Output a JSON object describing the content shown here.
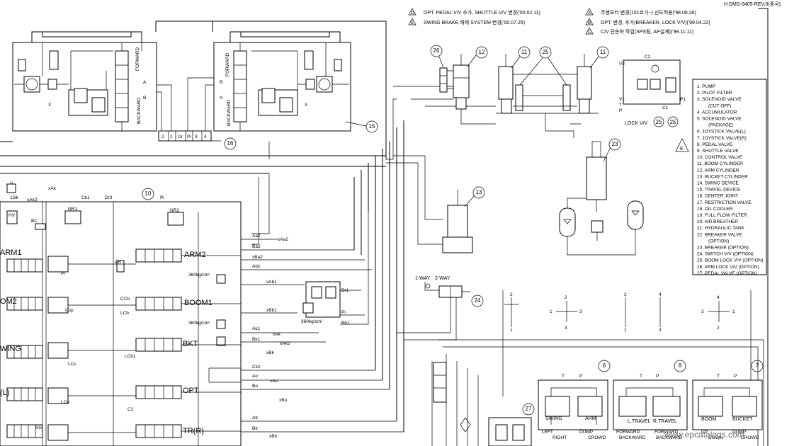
{
  "header": {
    "doc_id": "H.DMS-0405-REV.0(중국)",
    "revisions": [
      {
        "mark": "D",
        "text": "OPT. PEDAL V/V 추가, SHUTTLE V/V 변경('00.02.11)"
      },
      {
        "mark": "E",
        "text": "SWING BRAKE 해제 SYSTEM 변경('00.07.25)"
      },
      {
        "mark": "A",
        "text": "주행모터 변경(101호기~) 신도적용('98.06.26)"
      },
      {
        "mark": "B",
        "text": "OPT. 변경, 추가(BREAKER, LOCK V/V)('99.04.22)"
      },
      {
        "mark": "C",
        "text": "C/V 단순화 작업(SPS팀, AP설계)('99.11.11)"
      }
    ],
    "rev_mark": "E"
  },
  "legend": [
    "1. PUMP",
    "2. PILOT FILTER",
    "3. SOLENOID VALVE",
    "(CUT OFF)",
    "4. ACCUMULATOR",
    "5. SOLENOID VALVE",
    "(PACKAGE)",
    "6. JOYSTICK VALVE(L)",
    "7. JOYSTICK VALVE(R)",
    "8. PEDAL VALVE",
    "9. SHUTTLE VALVE",
    "10. CONTROL VALVE",
    "11. BOOM CYLINDER",
    "12. ARM CYLINDER",
    "13. BUCKET CYLINDER",
    "14. SWING DEVICE",
    "15. TRAVEL DEVICE",
    "16. CENTER JOINT",
    "17. RESTRICTION VALVE",
    "18. OIL COOLER",
    "19. FULL FLOW FILTER",
    "20. AIR BREATHER",
    "21. HYDRAULIC TANK",
    "22. BREAKER VALVE",
    "(OPTION)",
    "23. BREAKER (OPTION)",
    "24. SWITCH V/V (OPTION)",
    "25. BOOM LOCK V/V (OPTION)",
    "26. ARM LOCK V/V (OPTION)",
    "27. PEDAL VALVE (OPTION)"
  ],
  "callouts": [
    "26",
    "12",
    "11",
    "25",
    "11",
    "16",
    "15",
    "23",
    "13",
    "10",
    "24",
    "6",
    "8",
    "7",
    "27"
  ],
  "travel": {
    "forward": "FORWARD",
    "backward": "BACKWARD",
    "a": "A",
    "b": "B",
    "ports": [
      "2",
      "1",
      "Dr",
      "Pi",
      "3",
      "4"
    ]
  },
  "lock_valve": {
    "label": "LOCK V/V",
    "n1": "25",
    "n2": "25",
    "ports": [
      "C2",
      "V2",
      "T",
      "P",
      "V1",
      "C1",
      "P1"
    ]
  },
  "control_valve": {
    "sections": [
      "ARM1",
      "OM2",
      "WING",
      "(L)",
      "ARM2",
      "BOOM1",
      "BKT",
      "OPT",
      "TR(R)"
    ],
    "pressures": [
      "360kg/cm²",
      "360kg/cm²",
      "360kg/cm²"
    ],
    "ports": [
      "Aa2",
      "Ba2",
      "xBa2",
      "Ab1",
      "xAb1",
      "xBb1",
      "Ak1",
      "xAk",
      "Bk1",
      "xAk2",
      "xBk",
      "Ck2",
      "Ao",
      "Bo",
      "xAo",
      "xBo",
      "Atr",
      "Btr",
      "xBtr",
      "xAa2",
      "xAk",
      "xAk2",
      "NR1",
      "NR2",
      "Dr3",
      "Ck1",
      "Pi",
      "BC",
      "AR",
      "CCb",
      "LCb",
      "LCb1",
      "Csp",
      "LCs",
      "C2",
      "LCo",
      "Dr1",
      "Pi",
      "Bb1"
    ],
    "misc": [
      "15lk",
      "HV",
      "SG"
    ]
  },
  "switch_valve": {
    "one_way": "1-WAY",
    "two_way": "2-WAY"
  },
  "joystick_patterns": [
    "2",
    "4",
    "1",
    "3"
  ],
  "joystick_labels": {
    "left": [
      "SWING",
      "ARM"
    ],
    "middle": [
      "L.TRAVEL",
      "R.TRAVEL"
    ],
    "right": [
      "BOOM",
      "BUCKET"
    ]
  },
  "bottom_labels": [
    "LEFT",
    "RIGHT",
    "DUMP",
    "CROWD",
    "FORWARD",
    "BACKWARD",
    "FORWARD",
    "BACKWARD",
    "UP",
    "DOWN",
    "DUMP",
    "CROWD"
  ],
  "joystick_ports": [
    "T",
    "P"
  ],
  "watermark": "www.epcatalogs.com",
  "colors": {
    "ink": "#000000",
    "paper": "#ffffff",
    "watermark": "#6e6e6e"
  }
}
